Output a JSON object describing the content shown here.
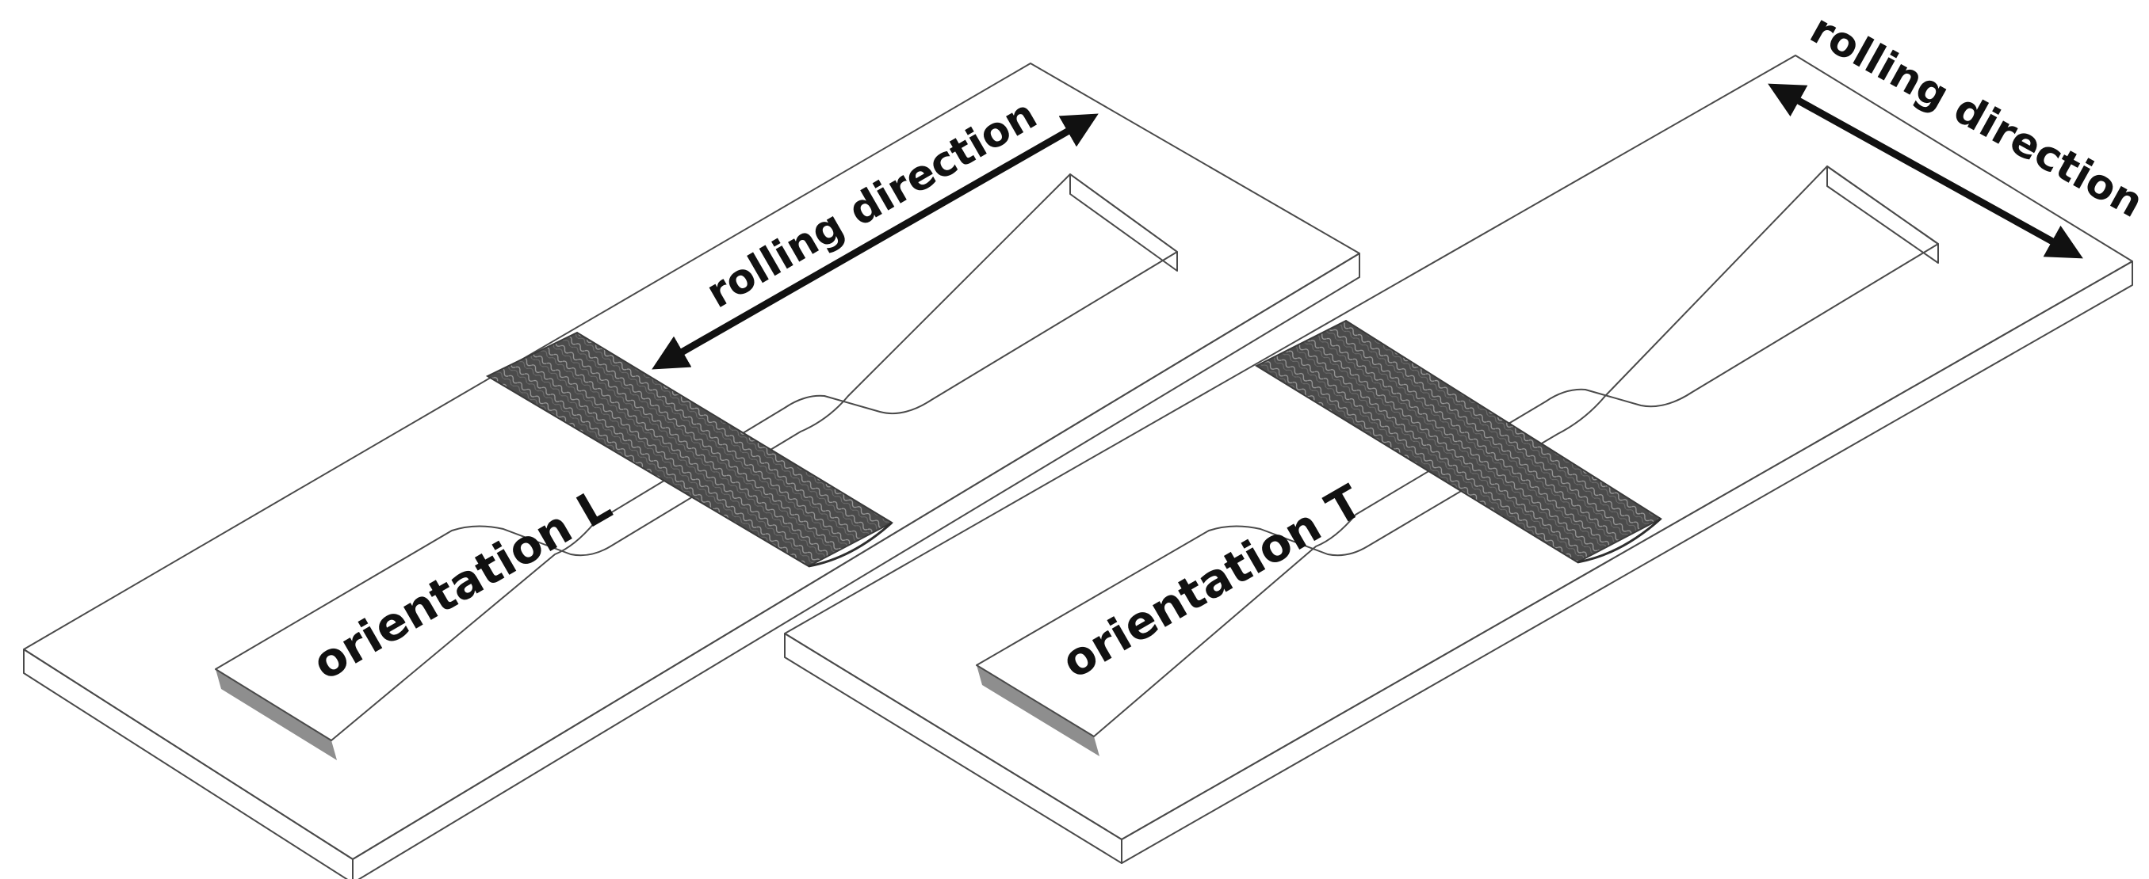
{
  "plates": [
    {
      "id": "L",
      "specimen_label": "orientation L",
      "rolling_label": "rolling direction"
    },
    {
      "id": "T",
      "specimen_label": "orientation T",
      "rolling_label": "rolling direction"
    }
  ],
  "colors": {
    "plate_top": "#c6c6c6",
    "plate_side": "#d3d3d3",
    "plate_edge": "#4a4a4a",
    "specimen_floor": "#a6a6a6",
    "specimen_wall": "#8e8e8e",
    "weld": "#4b4b4b",
    "text": "#111111"
  }
}
